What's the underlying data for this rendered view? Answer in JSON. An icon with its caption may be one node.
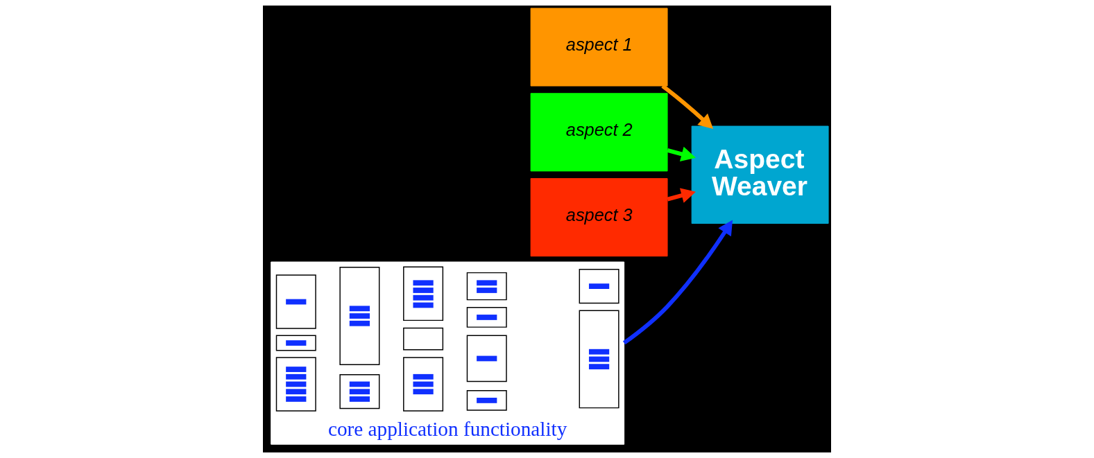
{
  "diagram": {
    "nodes": [
      {
        "text": [
          "aspect 1"
        ]
      },
      {
        "text": [
          "aspect 2"
        ]
      },
      {
        "text": [
          "aspect 3"
        ]
      },
      {
        "text": [
          "core application functionality"
        ]
      },
      {
        "text": [],
        "shape": "box",
        "in": 3
      },
      {
        "text": [],
        "shape": "box",
        "in": 3
      },
      {
        "text": [],
        "shape": "box",
        "in": 3
      },
      {
        "text": [],
        "shape": "box",
        "in": 3
      },
      {
        "text": [],
        "shape": "box",
        "in": 3
      },
      {
        "text": [],
        "shape": "box",
        "in": 3
      },
      {
        "text": [],
        "shape": "box",
        "in": 3
      },
      {
        "text": [],
        "shape": "box",
        "in": 3
      },
      {
        "text": [],
        "shape": "box",
        "in": 3
      },
      {
        "text": [],
        "shape": "box",
        "in": 3
      },
      {
        "text": [],
        "shape": "box",
        "in": 3
      },
      {
        "text": [],
        "shape": "box",
        "in": 3
      },
      {
        "text": [],
        "shape": "box",
        "in": 3
      },
      {
        "text": [],
        "shape": "box",
        "in": 3
      },
      {
        "text": [
          "Aspect Weaver"
        ]
      }
    ],
    "edges": [
      {
        "from": 2,
        "to": 18,
        "arrow": "to",
        "color": "#ff2a00"
      },
      {
        "from": 1,
        "to": 18,
        "arrow": "to",
        "color": "#00ff00"
      },
      {
        "from": 0,
        "to": 18,
        "arrow": "to",
        "color": "#ff9500"
      },
      {
        "from": 3,
        "to": 18,
        "arrow": "to",
        "color": "#1030ff"
      }
    ]
  }
}
